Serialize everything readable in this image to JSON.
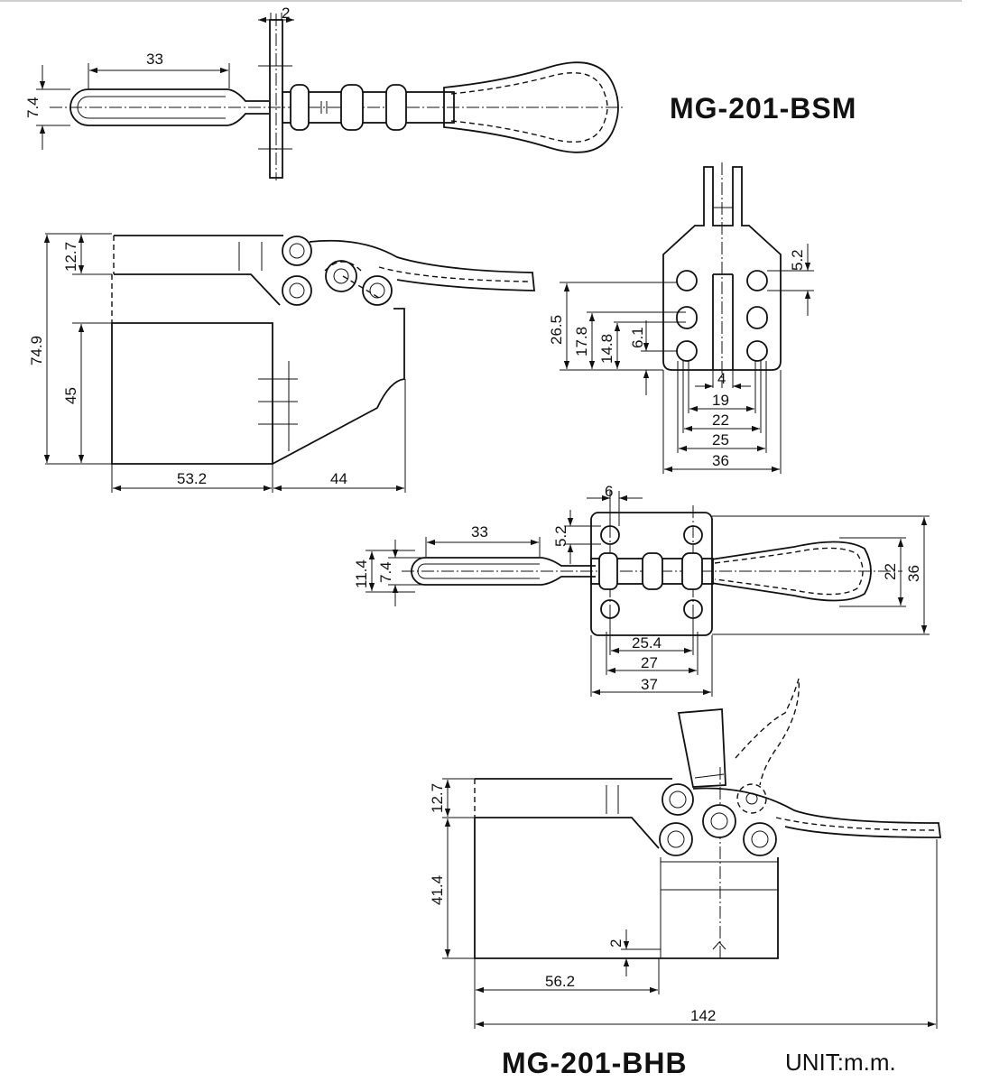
{
  "titles": {
    "top_model": "MG-201-BSM",
    "bottom_model": "MG-201-BHB",
    "unit": "UNIT:m.m."
  },
  "dimensions": {
    "top_plan": {
      "pin_width": "2",
      "handle_length": "33",
      "handle_width": "7.4"
    },
    "side_view": {
      "arm_height": "12.7",
      "total_height": "74.9",
      "base_height": "45",
      "base_length": "53.2",
      "offset": "44"
    },
    "end_view": {
      "slot_offset": "5.2",
      "h1": "26.5",
      "h2": "17.8",
      "h3": "14.8",
      "h4": "6.1",
      "w1": "4",
      "w2": "19",
      "w3": "22",
      "w4": "25",
      "w5": "36"
    },
    "mid_plan": {
      "hole_dx": "6",
      "hole_dy": "5.2",
      "handle_length": "33",
      "h_outer": "11.4",
      "h_inner": "7.4",
      "grip_width": "22",
      "base_width": "36",
      "span1": "25.4",
      "span2": "27",
      "span3": "37"
    },
    "bottom_side": {
      "arm_height": "12.7",
      "base_height": "41.4",
      "gap": "2",
      "reach": "56.2",
      "overall": "142"
    }
  }
}
